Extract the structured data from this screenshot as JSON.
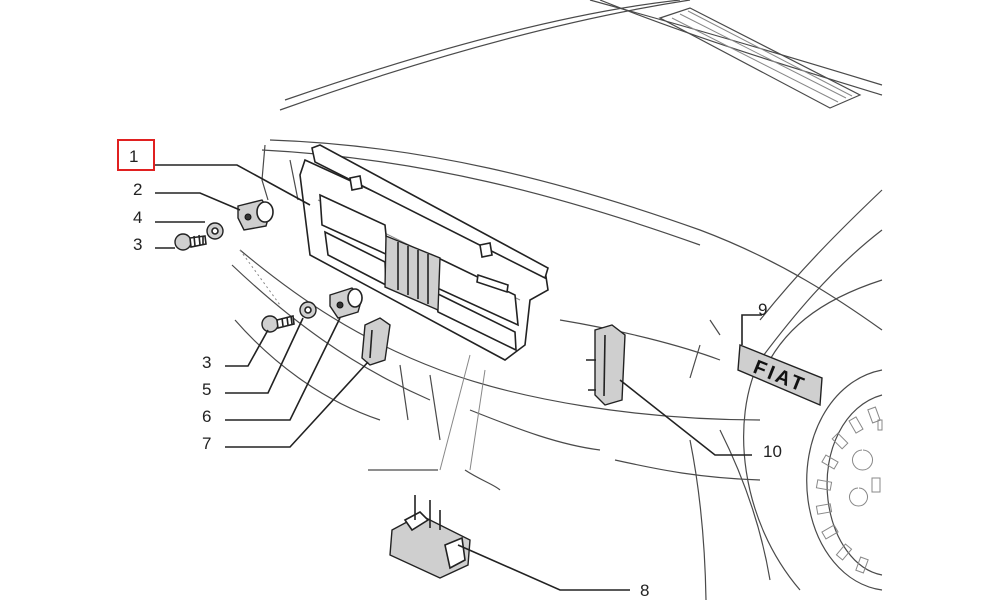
{
  "callouts": {
    "c1": "1",
    "c2": "2",
    "c4": "4",
    "c3a": "3",
    "c3b": "3",
    "c5": "5",
    "c6": "6",
    "c7": "7",
    "c8": "8",
    "c9": "9",
    "c10": "10"
  },
  "badge_text": "FIAT",
  "highlight": {
    "target": "1",
    "color": "#e02020"
  },
  "colors": {
    "line": "#222222",
    "sketch": "#4a4a4a",
    "light": "#888888"
  }
}
